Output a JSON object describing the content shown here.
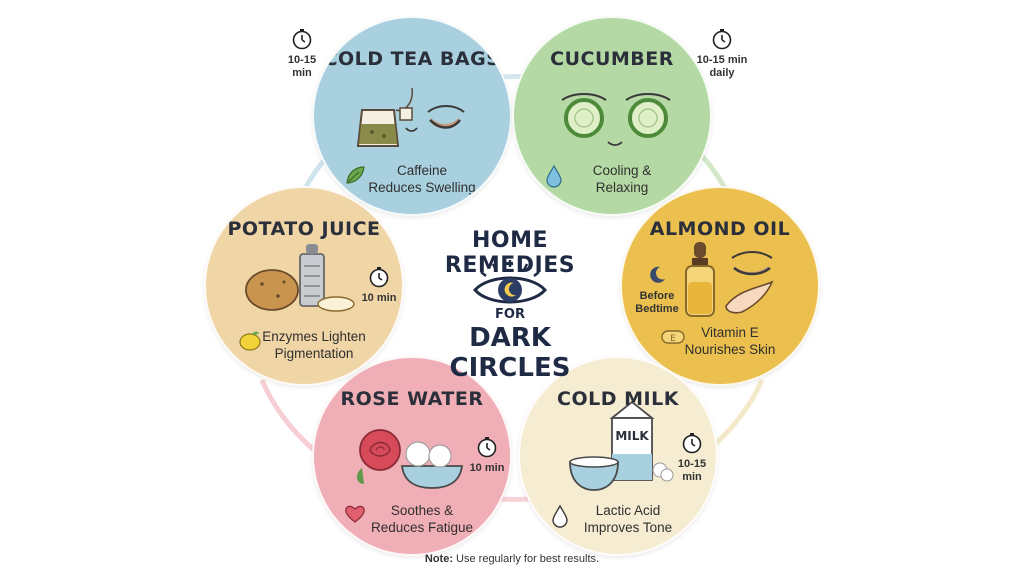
{
  "center": {
    "title_top": "HOME REMEDIES",
    "title_for": "FOR",
    "title_bottom": "DARK CIRCLES"
  },
  "remedies": [
    {
      "name": "COLD TEA BAGS",
      "benefit_line1": "Caffeine",
      "benefit_line2": "Reduces Swelling",
      "timing_line1": "10-15",
      "timing_line2": "min",
      "color": "#a8d0de"
    },
    {
      "name": "CUCUMBER",
      "benefit_line1": "Cooling &",
      "benefit_line2": "Relaxing",
      "timing_line1": "10-15 min",
      "timing_line2": "daily",
      "color": "#b5d9a4"
    },
    {
      "name": "ALMOND OIL",
      "benefit_line1": "Vitamin E",
      "benefit_line2": "Nourishes Skin",
      "timing_line1": "Before",
      "timing_line2": "Bedtime",
      "color": "#ecc04f"
    },
    {
      "name": "COLD MILK",
      "benefit_line1": "Lactic Acid",
      "benefit_line2": "Improves Tone",
      "timing_line1": "10-15",
      "timing_line2": "min",
      "color": "#f5ecd2"
    },
    {
      "name": "ROSE WATER",
      "benefit_line1": "Soothes &",
      "benefit_line2": "Reduces Fatigue",
      "timing_line1": "10 min",
      "timing_line2": "",
      "color": "#f0aeb6"
    },
    {
      "name": "POTATO JUICE",
      "benefit_line1": "Enzymes Lighten",
      "benefit_line2": "Pigmentation",
      "timing_line1": "10 min",
      "timing_line2": "",
      "color": "#f0d5a6"
    }
  ],
  "labels": {
    "milk_carton": "MILK",
    "vitamin_letter": "E"
  },
  "note": {
    "label": "Note:",
    "text": " Use regularly for best results."
  },
  "icons": {
    "timer": "stopwatch-icon",
    "tea": "leaf-icon",
    "cucumber": "water-drop-icon",
    "almond": "capsule-icon",
    "milk": "drop-icon",
    "rose": "heart-icon",
    "potato": "lemon-icon",
    "center": "eye-moon-icon"
  }
}
